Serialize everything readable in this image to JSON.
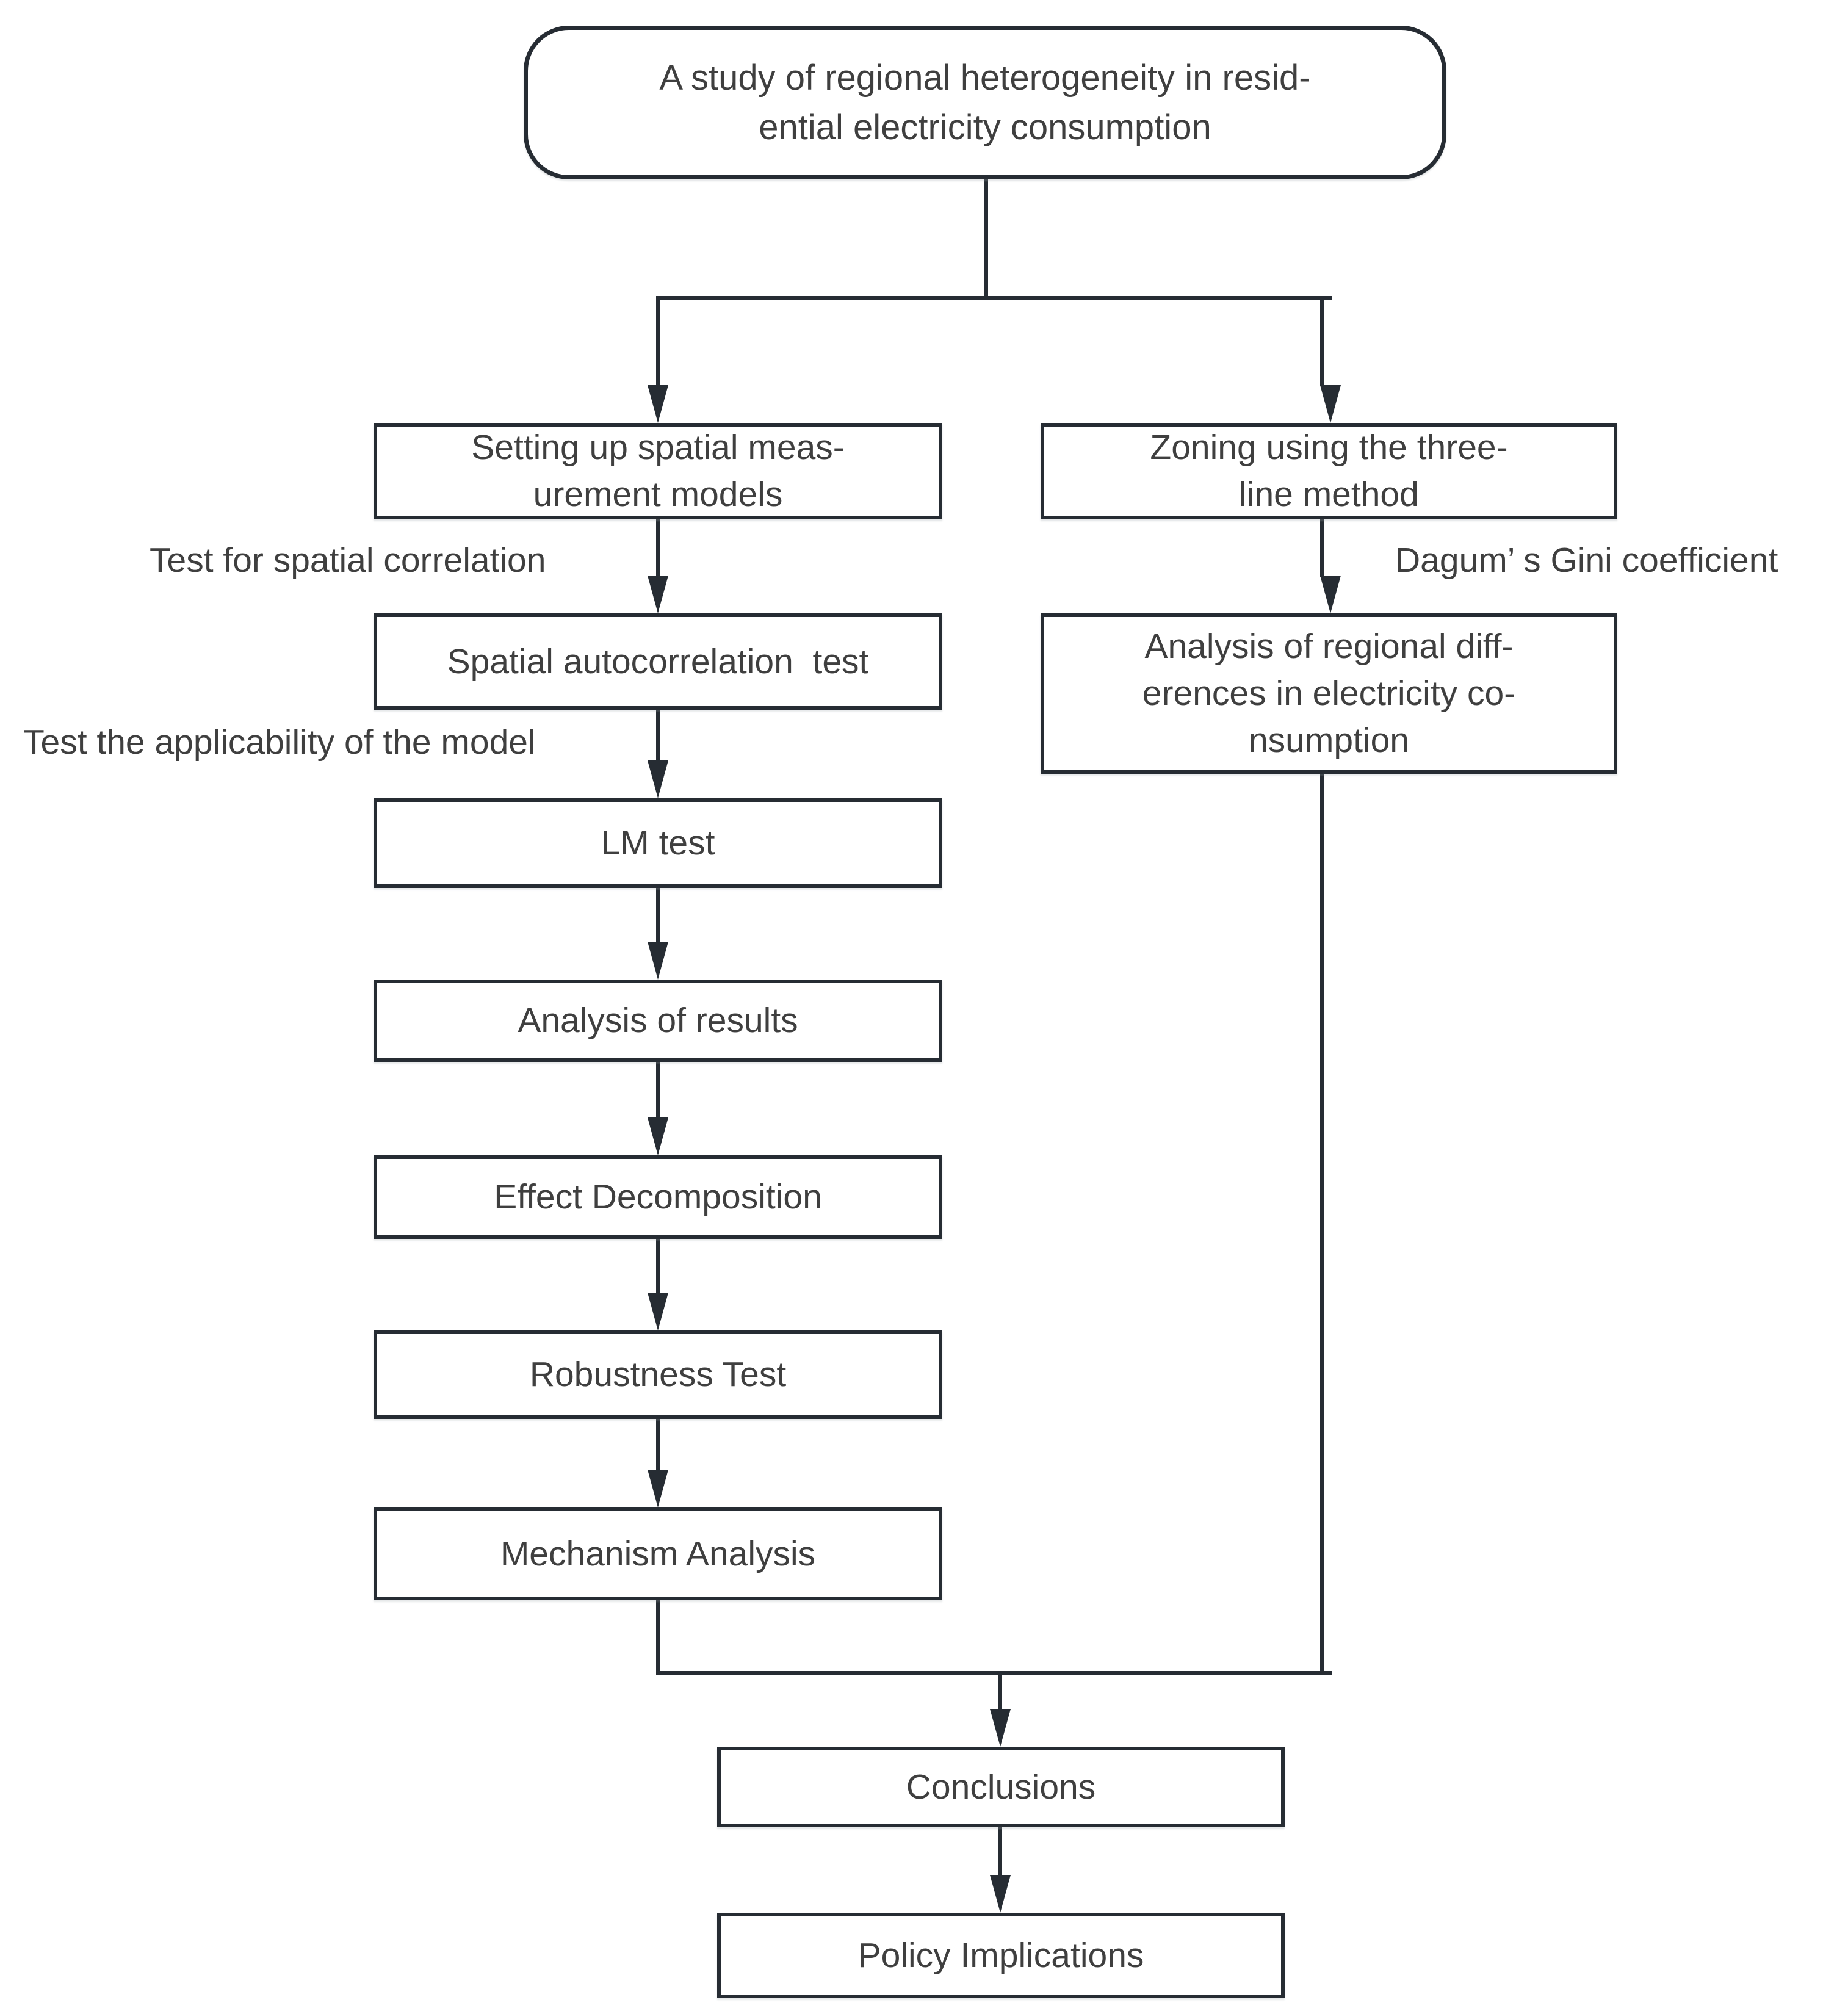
{
  "colors": {
    "line": "#262c33",
    "text": "#3f3f3f",
    "node_bg": "#ffffff",
    "node_border": "#262c33",
    "page_bg": "#ffffff"
  },
  "diagram": {
    "start": {
      "label": [
        "A study of regional heterogeneity in resid-",
        "ential electricity consumption"
      ]
    },
    "left_branch": {
      "setting_models": {
        "label": [
          "Setting up spatial meas-",
          "urement models"
        ]
      },
      "spatial_autocorrelation": {
        "label": "Spatial autocorrelation  test"
      },
      "lm_test": {
        "label": "LM test"
      },
      "analysis_results": {
        "label": "Analysis of results"
      },
      "effect_decomposition": {
        "label": "Effect Decomposition"
      },
      "robustness_test": {
        "label": "Robustness Test"
      },
      "mechanism_analysis": {
        "label": "Mechanism Analysis"
      }
    },
    "right_branch": {
      "zoning": {
        "label": [
          "Zoning using the three-",
          "line method"
        ]
      },
      "regional_differences": {
        "label": [
          "Analysis of regional diff-",
          "erences in electricity co-",
          "nsumption"
        ]
      }
    },
    "merge": {
      "conclusions": {
        "label": "Conclusions"
      },
      "policy_implications": {
        "label": "Policy Implications"
      }
    },
    "edge_labels": {
      "spatial_correlation": "Test for spatial correlation",
      "model_applicability": "Test the applicability of the model",
      "dagum_gini": "Dagum’ s Gini coefficient"
    }
  }
}
